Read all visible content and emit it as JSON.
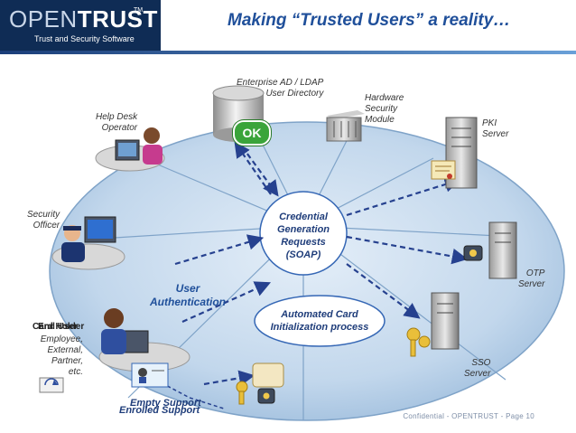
{
  "header": {
    "logo_open": "OPEN",
    "logo_trust": "TRUST",
    "logo_tm": "TM",
    "logo_tagline": "Trust and Security Software",
    "title": "Making “Trusted Users” a reality…"
  },
  "nodes": {
    "ldap": "Enterprise AD / LDAP\nUser Directory",
    "hsm": "Hardware\nSecurity\nModule",
    "pki": "PKI\nServer",
    "otp": "OTP\nServer",
    "sso": "SSO\nServer",
    "helpdesk": "Help Desk\nOperator",
    "security_officer": "Security\nOfficer",
    "card_holder_a": "Card Holder",
    "card_holder_b": "End User",
    "card_holder_desc": "Employee,\nExternal,\nPartner,\netc.",
    "empty_support": "Empty Support",
    "enrolled_support": "Enrolled Support"
  },
  "center": {
    "credential_requests": "Credential\nGeneration\nRequests\n(SOAP)",
    "automated_init": "Automated  Card\nInitialization process"
  },
  "user_authentication": "User\nAuthentication",
  "ok_badge": "OK",
  "footer": "Confidential - OPENTRUST - Page  10",
  "colors": {
    "brand_navy": "#0f2c55",
    "title_blue": "#1f4f9a",
    "ellipse_fill": "#bcd3ea",
    "arrow": "#26418f",
    "ok_green": "#3aa43a"
  }
}
